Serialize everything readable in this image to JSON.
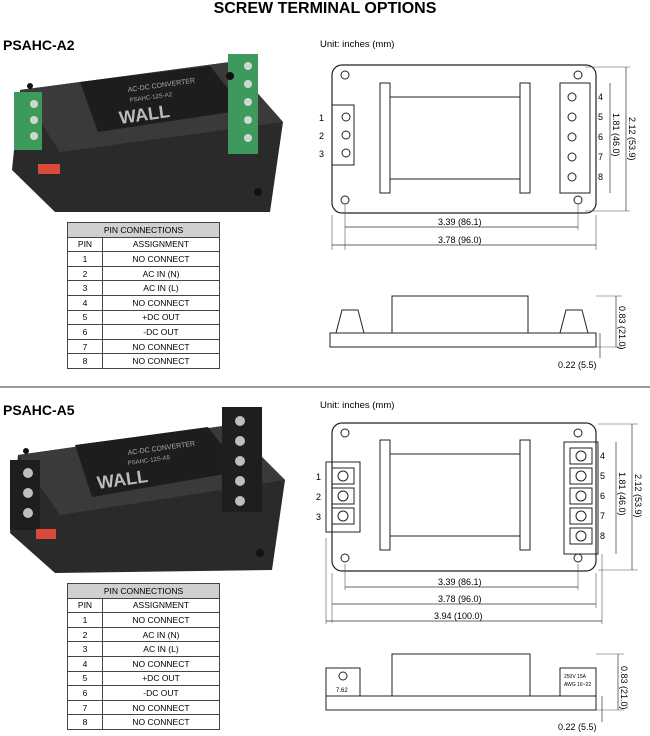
{
  "page": {
    "title": "SCREW TERMINAL OPTIONS"
  },
  "sections": [
    {
      "model": "PSAHC-A2",
      "unit_note": "Unit: inches (mm)",
      "pin_table": {
        "caption": "PIN CONNECTIONS",
        "headers": [
          "PIN",
          "ASSIGNMENT"
        ],
        "rows": [
          [
            "1",
            "NO CONNECT"
          ],
          [
            "2",
            "AC IN (N)"
          ],
          [
            "3",
            "AC IN (L)"
          ],
          [
            "4",
            "NO CONNECT"
          ],
          [
            "5",
            "+DC OUT"
          ],
          [
            "6",
            "-DC OUT"
          ],
          [
            "7",
            "NO CONNECT"
          ],
          [
            "8",
            "NO CONNECT"
          ]
        ]
      },
      "label": {
        "line1": "AC-DC CONVERTER",
        "line2": "PSAHC-12S-A2",
        "brand": "WALL"
      },
      "dimensions": {
        "hole_spacing": "3.39 (86.1)",
        "length": "3.78 (96.0)",
        "width": "2.12 (53.9)",
        "terminal_span": "1.81 (46.0)",
        "height": "0.83 (21.0)",
        "base": "0.22 (5.5)"
      },
      "left_pins": [
        "1",
        "2",
        "3"
      ],
      "right_pins": [
        "4",
        "5",
        "6",
        "7",
        "8"
      ]
    },
    {
      "model": "PSAHC-A5",
      "unit_note": "Unit: inches (mm)",
      "pin_table": {
        "caption": "PIN CONNECTIONS",
        "headers": [
          "PIN",
          "ASSIGNMENT"
        ],
        "rows": [
          [
            "1",
            "NO CONNECT"
          ],
          [
            "2",
            "AC IN (N)"
          ],
          [
            "3",
            "AC IN (L)"
          ],
          [
            "4",
            "NO CONNECT"
          ],
          [
            "5",
            "+DC OUT"
          ],
          [
            "6",
            "-DC OUT"
          ],
          [
            "7",
            "NO CONNECT"
          ],
          [
            "8",
            "NO CONNECT"
          ]
        ]
      },
      "label": {
        "line1": "AC-DC CONVERTER",
        "line2": "PSAHC-12S-A5",
        "brand": "WALL"
      },
      "dimensions": {
        "hole_spacing": "3.39 (86.1)",
        "length": "3.78 (96.0)",
        "overall": "3.94 (100.0)",
        "width": "2.12 (53.9)",
        "terminal_span": "1.81 (46.0)",
        "height": "0.83 (21.0)",
        "base": "0.22 (5.5)",
        "pitch": "7.62",
        "rating_line1": "250V 15A",
        "rating_line2": "AWG 16~22"
      },
      "left_pins": [
        "1",
        "2",
        "3"
      ],
      "right_pins": [
        "4",
        "5",
        "6",
        "7",
        "8"
      ]
    }
  ],
  "colors": {
    "module_body": "#2b2b2b",
    "terminal_green": "#3e9a5c",
    "terminal_black": "#1e1e1e",
    "divider": "#9a9a9a",
    "table_header": "#d0d0d0"
  }
}
